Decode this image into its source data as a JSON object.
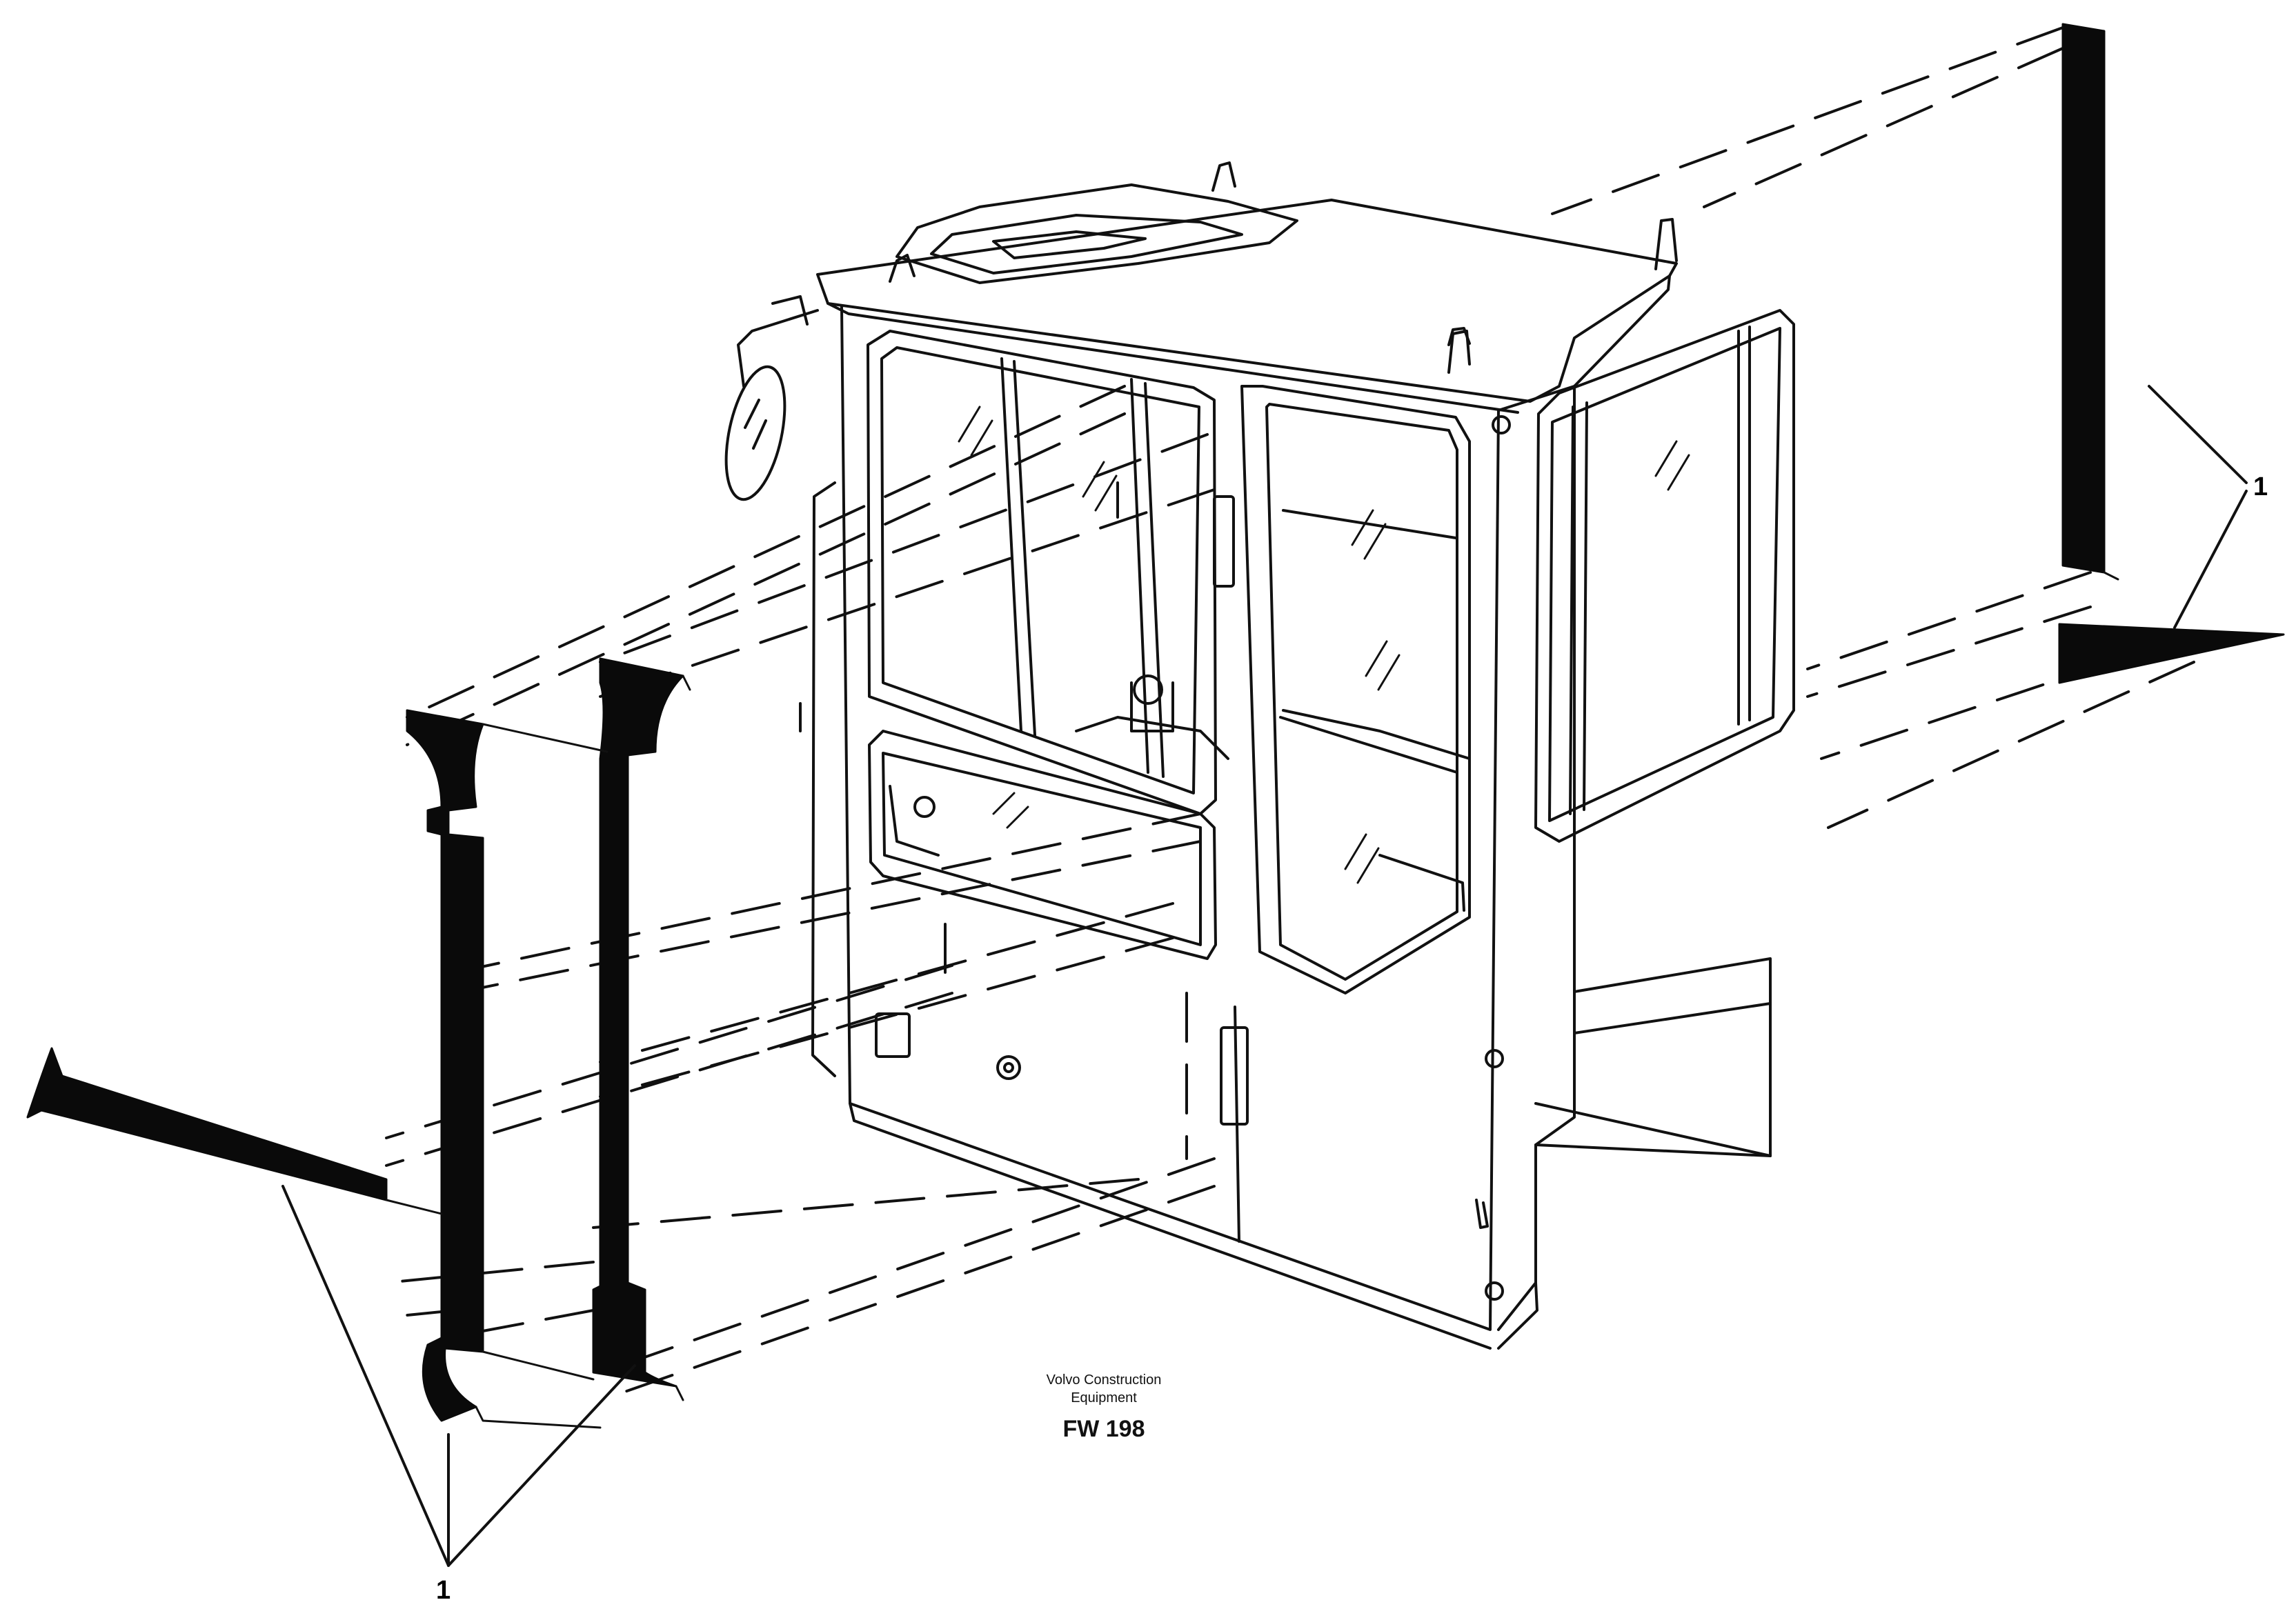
{
  "caption": {
    "brand_line1": "Volvo Construction",
    "brand_line2": "Equipment",
    "code": "FW 198"
  },
  "callouts": {
    "right": "1",
    "bottom": "1"
  },
  "colors": {
    "line": "#111111",
    "seal": "#0a0a0a",
    "paper": "#ffffff"
  }
}
